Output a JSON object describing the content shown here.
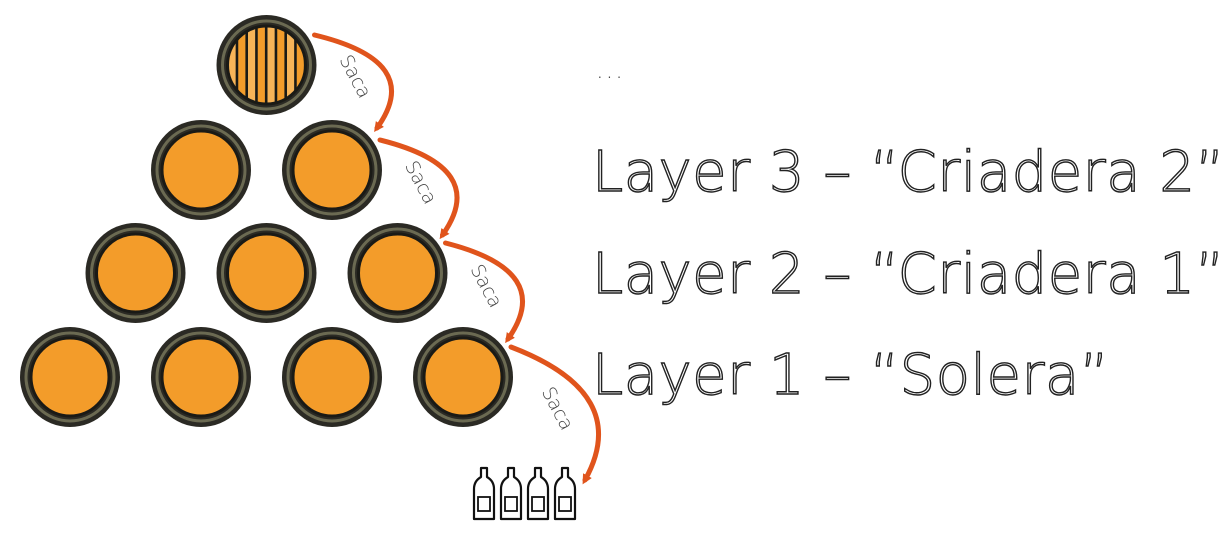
{
  "diagram": {
    "ellipsis": "...",
    "layers": [
      {
        "label": "Layer 3 – “Criadera 2”"
      },
      {
        "label": "Layer 2 – “Criadera 1”"
      },
      {
        "label": "Layer 1 – “Solera”"
      }
    ],
    "saca_label": "Saca",
    "barrel_rows": [
      1,
      2,
      3,
      4
    ],
    "bottle_count": 4,
    "colors": {
      "barrel_rim": "#2b2a24",
      "barrel_inner_ring": "#6b6a52",
      "barrel_wood": "#f39c2a",
      "barrel_wood_light": "#f7b458",
      "barrel_stave": "#1a1a16",
      "arrow": "#e0541c",
      "arrow_dark": "#b83a12",
      "text_outline": "#222222"
    },
    "icons": {
      "barrel": "barrel-icon",
      "bottle": "wine-bottle-icon",
      "arrow": "curved-arrow-icon"
    }
  }
}
